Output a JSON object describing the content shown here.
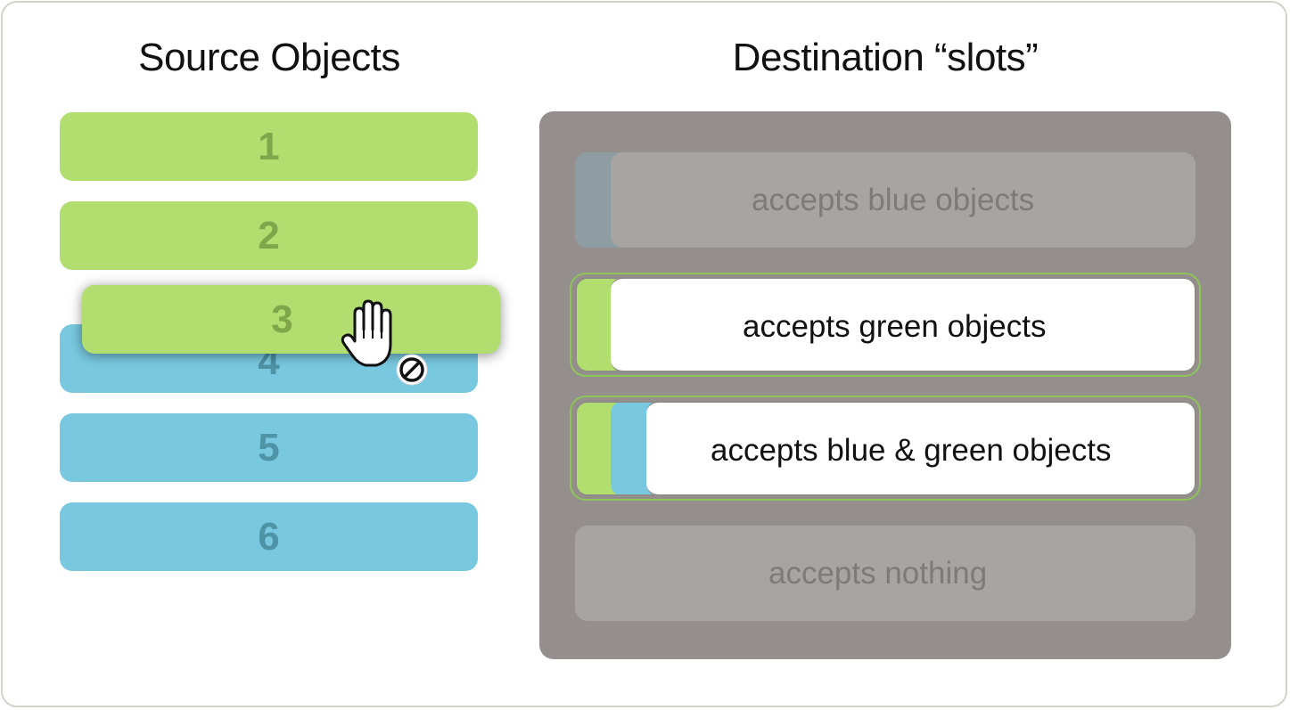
{
  "headings": {
    "source": "Source Objects",
    "destination": "Destination “slots”"
  },
  "source_objects": [
    {
      "label": "1",
      "color": "green"
    },
    {
      "label": "2",
      "color": "green"
    },
    {
      "label": "4",
      "color": "blue"
    },
    {
      "label": "5",
      "color": "blue"
    },
    {
      "label": "6",
      "color": "blue"
    }
  ],
  "dragged_object": {
    "label": "3",
    "color": "green"
  },
  "cursor": {
    "hand_icon": "hand-cursor-icon",
    "status_icon": "no-drop-icon"
  },
  "slots": [
    {
      "label": "accepts blue objects",
      "state": "disabled"
    },
    {
      "label": "accepts green objects",
      "state": "active"
    },
    {
      "label": "accepts blue & green objects",
      "state": "active"
    },
    {
      "label": "accepts nothing",
      "state": "disabled"
    }
  ],
  "colors": {
    "green": "#b1de6e",
    "blue": "#78c9e0",
    "panel": "#948f8d",
    "disabled_slot": "#a7a4a2",
    "highlight_outline": "#8dc55a"
  }
}
